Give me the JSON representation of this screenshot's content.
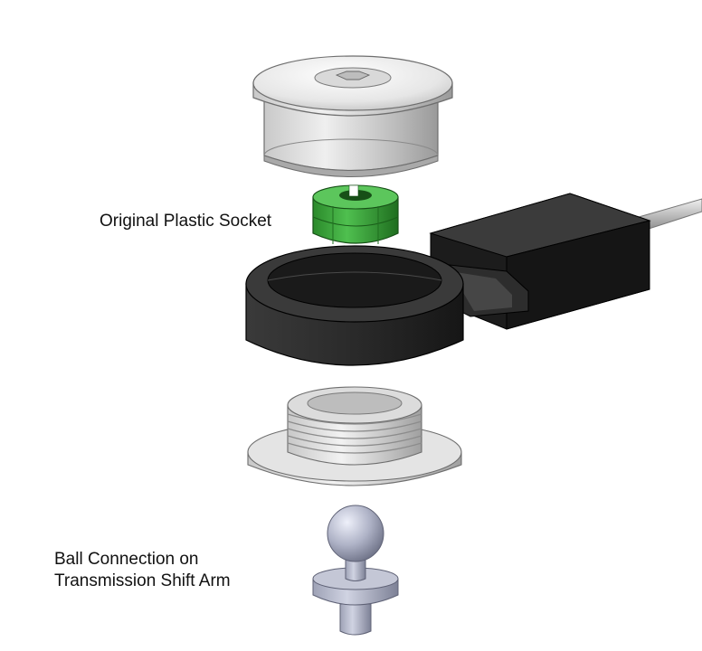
{
  "labels": {
    "plastic_socket": "Original Plastic Socket",
    "ball_connection_line1": "Ball Connection on",
    "ball_connection_line2": "Transmission Shift Arm"
  },
  "colors": {
    "metal_light": "#e8e8e8",
    "metal_mid": "#c6c6c6",
    "metal_dark": "#8e8e8e",
    "socket_green": "#3aa33a",
    "socket_green_dark": "#1f6e1f",
    "sensor_black": "#2a2a2a",
    "sensor_dark": "#141414",
    "ball_blue_gray": "#a9adc0"
  },
  "icons": {
    "cap": "hex-socket-cap-icon",
    "socket": "plastic-socket-icon",
    "sensor": "ring-sensor-icon",
    "nut": "threaded-bushing-icon",
    "ball": "ball-stud-icon"
  }
}
